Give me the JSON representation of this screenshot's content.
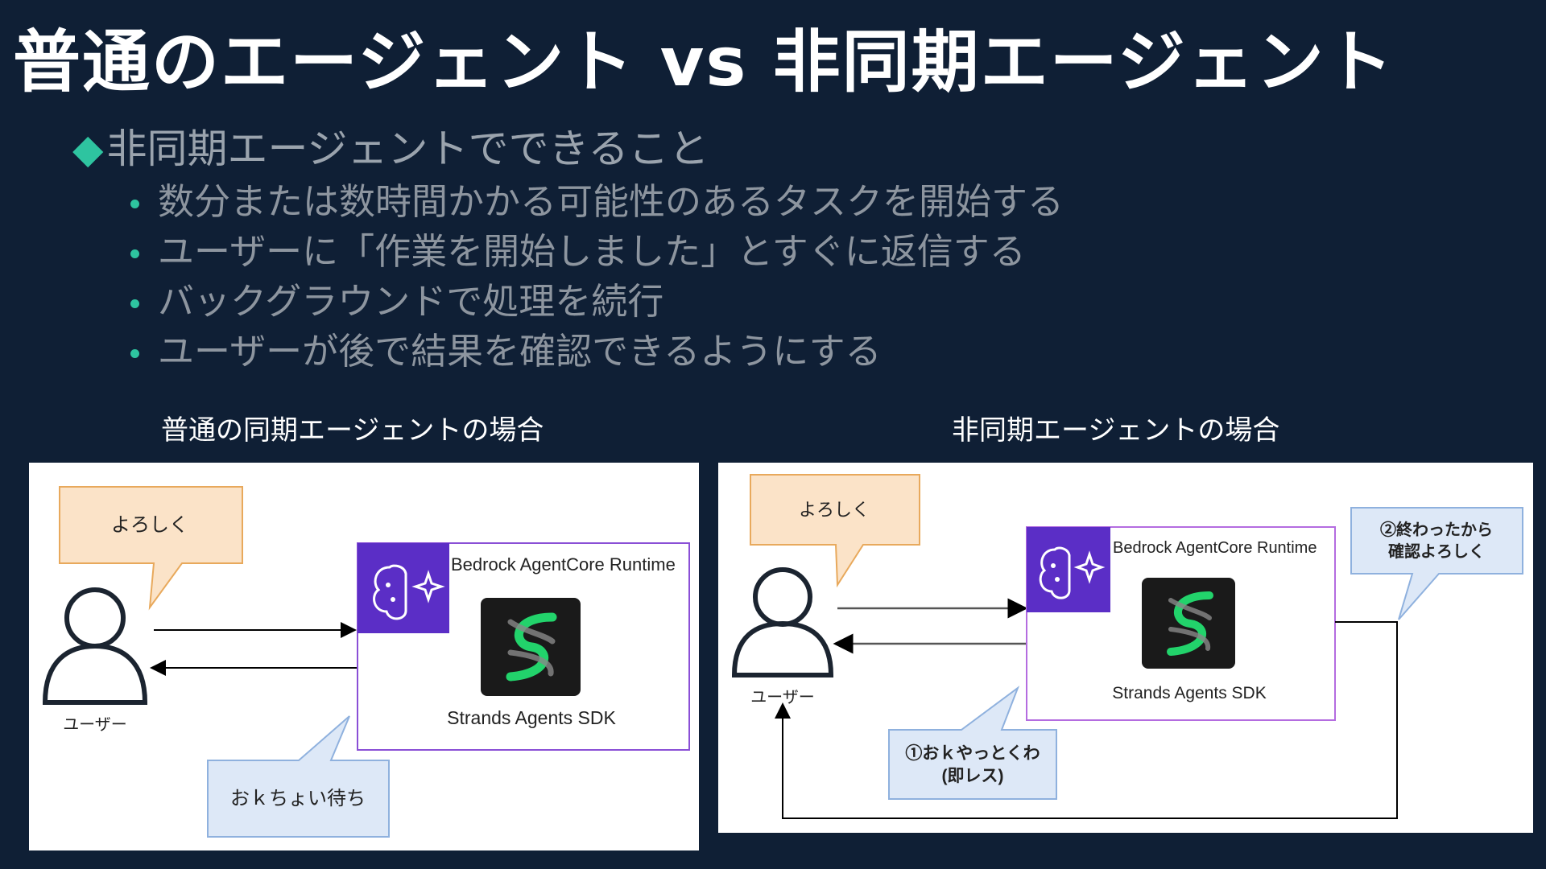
{
  "title": "普通のエージェント vs 非同期エージェント",
  "subtitle": "非同期エージェントでできること",
  "subtitle_bullet": "◆",
  "bullets": [
    "数分または数時間かかる可能性のあるタスクを開始する",
    "ユーザーに「作業を開始しました」とすぐに返信する",
    "バックグラウンドで処理を続行",
    "ユーザーが後で結果を確認できるようにする"
  ],
  "left_diagram": {
    "caption": "普通の同期エージェントの場合",
    "user_bubble": "よろしく",
    "user_label": "ユーザー",
    "runtime_label": "Bedrock AgentCore Runtime",
    "sdk_label": "Strands Agents SDK",
    "reply_bubble": "おｋちょい待ち"
  },
  "right_diagram": {
    "caption": "非同期エージェントの場合",
    "user_bubble": "よろしく",
    "user_label": "ユーザー",
    "runtime_label": "Bedrock AgentCore Runtime",
    "sdk_label": "Strands Agents SDK",
    "reply_bubble_line1": "①おｋやっとくわ",
    "reply_bubble_line2": "(即レス)",
    "done_bubble_line1": "②終わったから",
    "done_bubble_line2": "確認よろしく"
  },
  "colors": {
    "background": "#0f1f35",
    "accent": "#2ec4a0",
    "user_bubble": "#fbe3c8",
    "reply_bubble": "#dde8f7",
    "runtime_border": "#8a4fd6",
    "runtime_icon": "#5b2ec6",
    "sdk_logo_bg": "#1a1a1a",
    "sdk_logo_fg": "#22d36b"
  },
  "icons": [
    "agentcore-brain-icon",
    "strands-logo-icon",
    "user-icon"
  ]
}
